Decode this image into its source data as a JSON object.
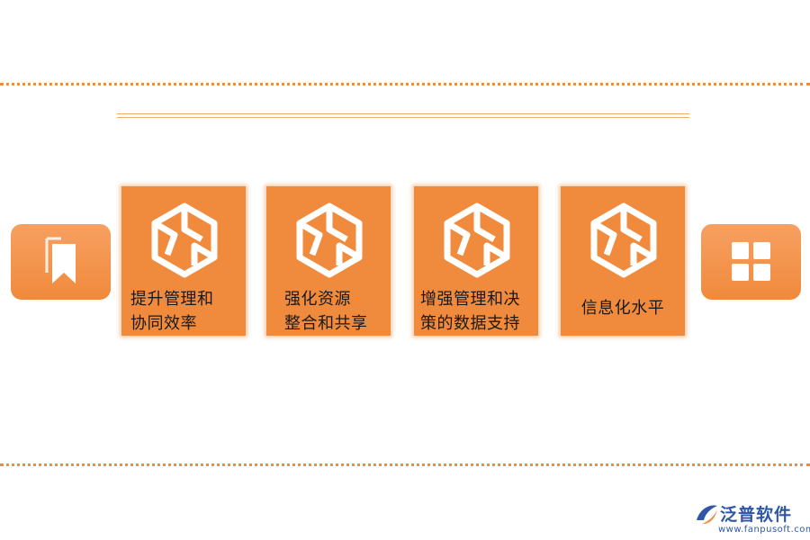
{
  "cards": [
    {
      "lines": [
        "提升管理和",
        "协同效率"
      ]
    },
    {
      "lines": [
        "强化资源",
        "整合和共享"
      ]
    },
    {
      "lines": [
        "增强管理和决",
        "策的数据支持"
      ]
    },
    {
      "lines": [
        "信息化水平"
      ]
    }
  ],
  "icons": {
    "card_logo": "hexagon-knot-icon",
    "left": "bookmark-icon",
    "right": "grid-icon"
  },
  "brand": {
    "name": "泛普软件",
    "url": "www.fanpusoft.com"
  },
  "colors": {
    "accent": "#f08a3c",
    "brand": "#2f57a6"
  }
}
